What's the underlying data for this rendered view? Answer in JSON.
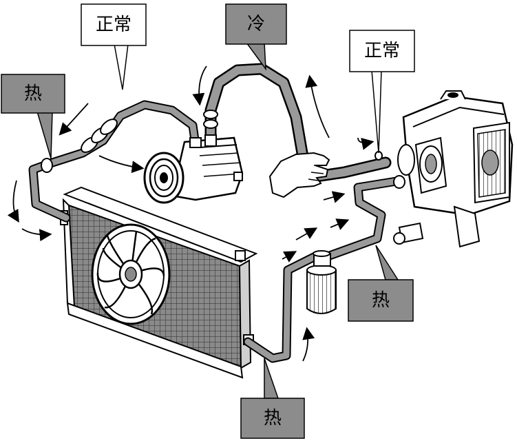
{
  "labels": {
    "normal_top": "正常",
    "cold_top": "冷",
    "normal_right": "正常",
    "hot_left": "热",
    "hot_right": "热",
    "hot_bottom": "热"
  },
  "colors": {
    "label_gray": "#8c8c8c",
    "pipe_gray": "#9a9a9a",
    "line": "#000000",
    "background": "#ffffff"
  },
  "icons": [
    "compressor-icon",
    "condenser-fan-icon",
    "receiver-drier-icon",
    "evaporator-unit-icon",
    "hand-icon",
    "flow-arrow-icon"
  ]
}
